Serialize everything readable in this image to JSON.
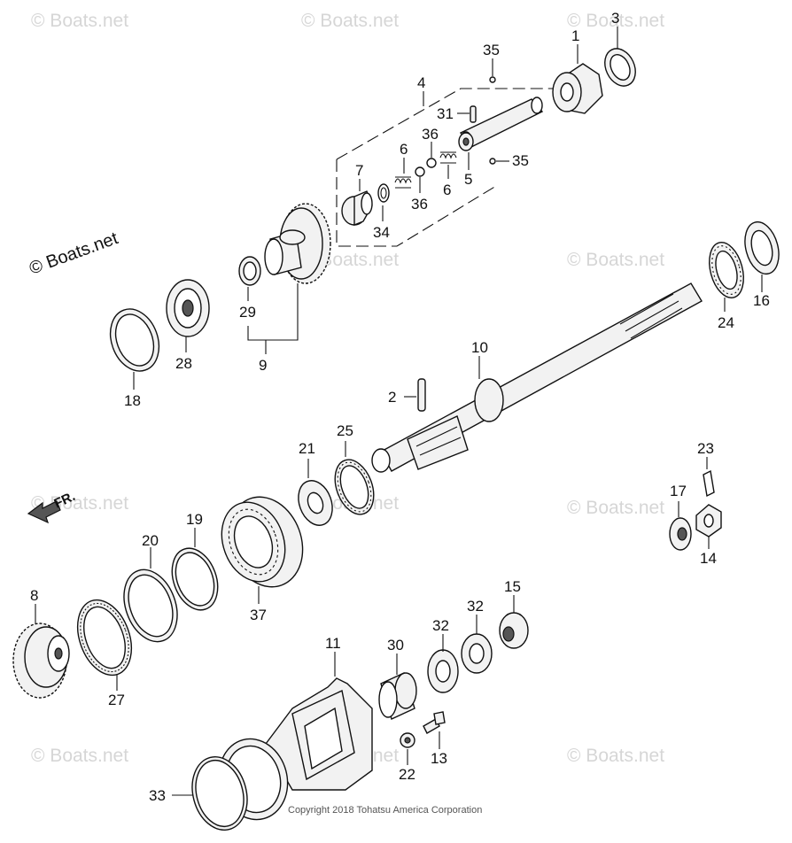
{
  "watermark": "© Boats.net",
  "copyright": "Copyright 2018 Tohatsu America Corporation",
  "direction_label": "FR.",
  "callouts": {
    "c1": "1",
    "c2": "2",
    "c3": "3",
    "c4": "4",
    "c5": "5",
    "c6a": "6",
    "c6b": "6",
    "c7": "7",
    "c8": "8",
    "c9": "9",
    "c10": "10",
    "c11": "11",
    "c13": "13",
    "c14": "14",
    "c15": "15",
    "c16": "16",
    "c17": "17",
    "c18": "18",
    "c19": "19",
    "c20": "20",
    "c21": "21",
    "c22": "22",
    "c23": "23",
    "c24": "24",
    "c25": "25",
    "c27": "27",
    "c28": "28",
    "c29": "29",
    "c30": "30",
    "c31": "31",
    "c32a": "32",
    "c32b": "32",
    "c33": "33",
    "c34": "34",
    "c35a": "35",
    "c35b": "35",
    "c36a": "36",
    "c36b": "36",
    "c37": "37"
  },
  "colors": {
    "line": "#111111",
    "watermark": "#d6d6d6",
    "fill": "#f2f2f2"
  }
}
